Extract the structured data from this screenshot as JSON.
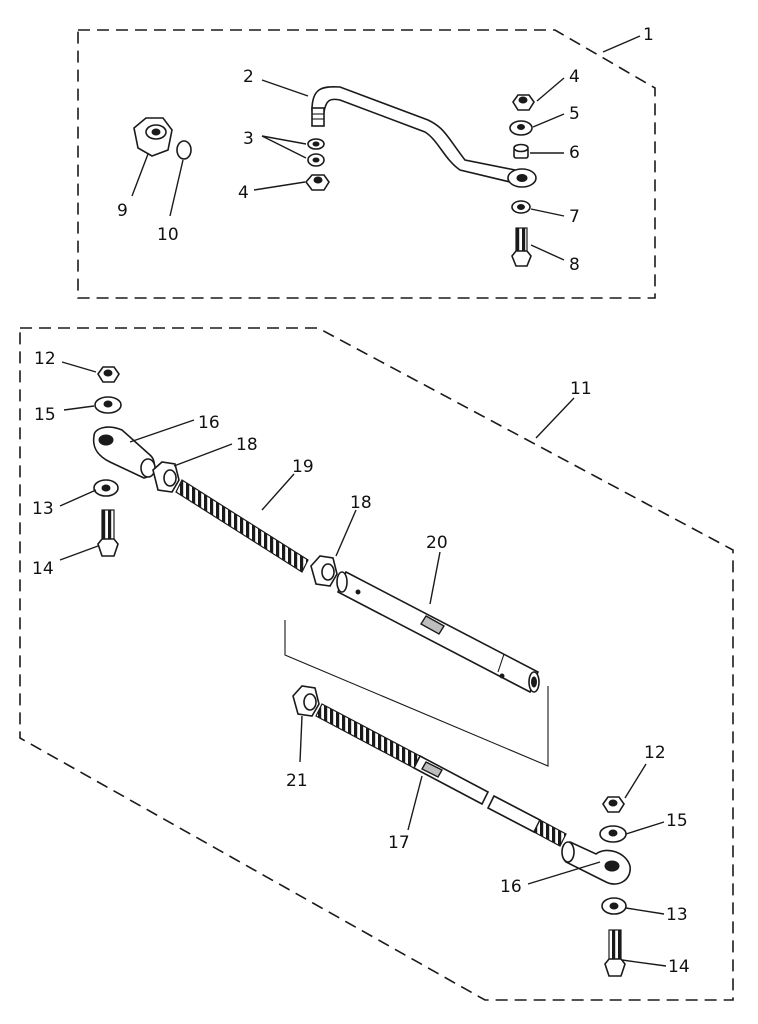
{
  "diagram": {
    "group_labels": {
      "upper_assembly": "1",
      "lower_assembly": "11"
    },
    "labels": {
      "p2": "2",
      "p3": "3",
      "p4a": "4",
      "p4b": "4",
      "p5": "5",
      "p6": "6",
      "p7": "7",
      "p8": "8",
      "p9": "9",
      "p10": "10",
      "p12a": "12",
      "p12b": "12",
      "p13a": "13",
      "p13b": "13",
      "p14a": "14",
      "p14b": "14",
      "p15a": "15",
      "p15b": "15",
      "p16a": "16",
      "p16b": "16",
      "p17": "17",
      "p18a": "18",
      "p18b": "18",
      "p19": "19",
      "p20": "20",
      "p21": "21"
    }
  }
}
